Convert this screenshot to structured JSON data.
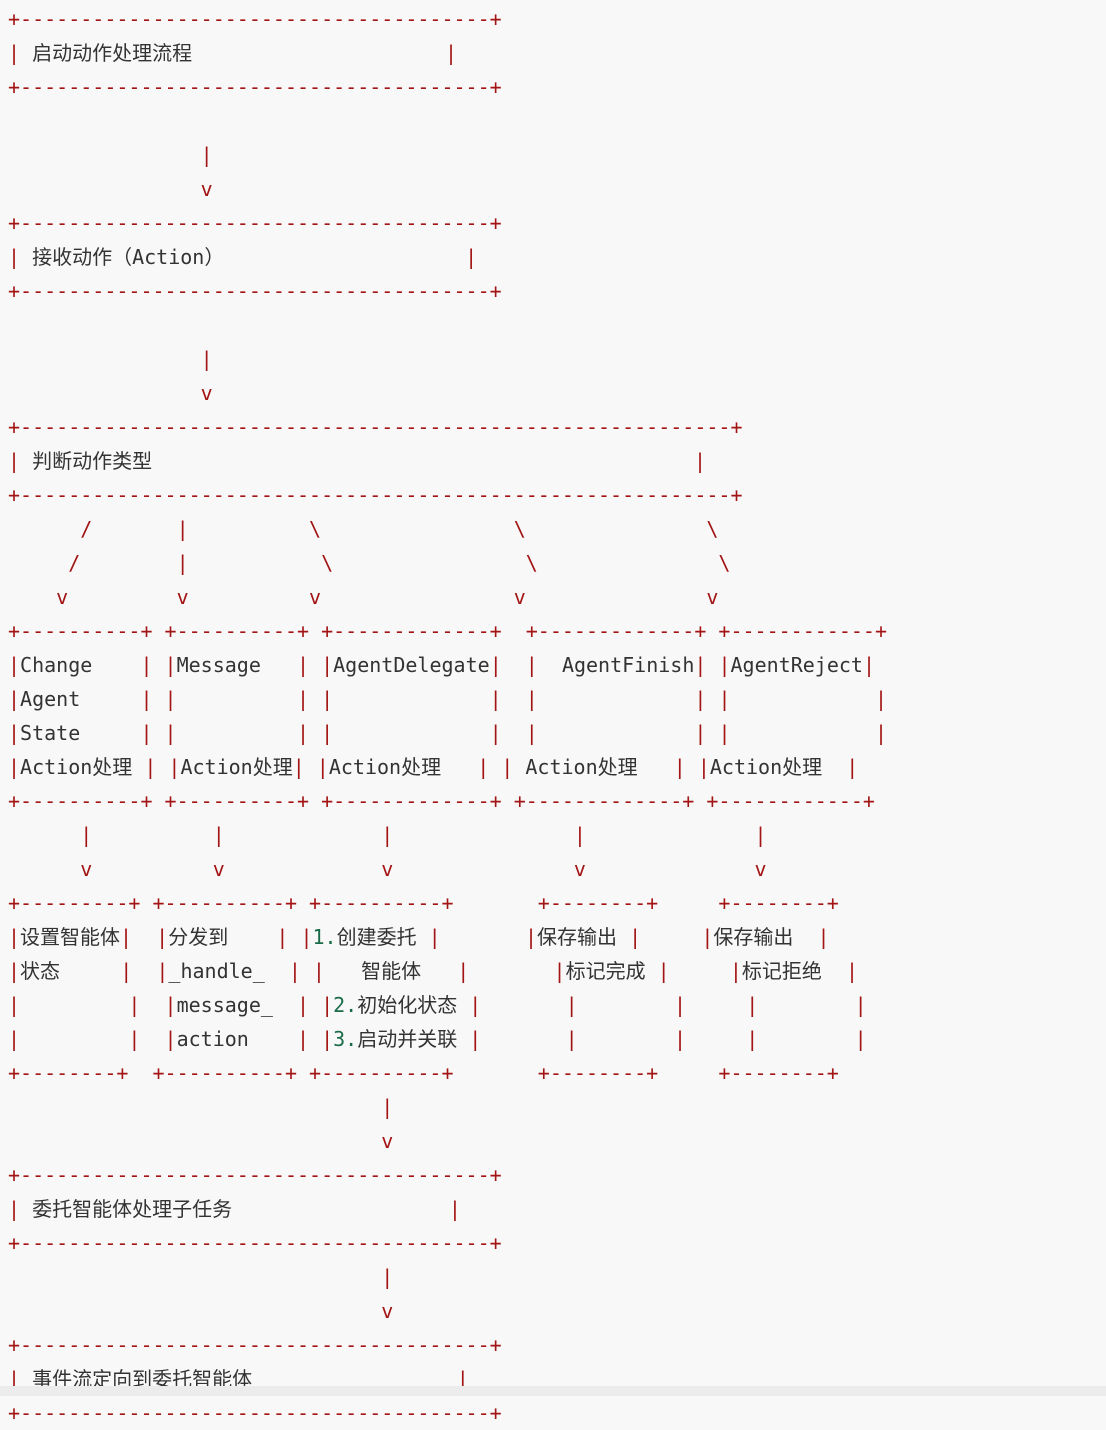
{
  "diagram": {
    "lines": [
      [
        {
          "t": "+---------------------------------------+",
          "c": "b"
        }
      ],
      [
        {
          "t": "| ",
          "c": "b"
        },
        {
          "t": "启动动作处理流程",
          "c": "t"
        },
        {
          "t": "                     |",
          "c": "b"
        }
      ],
      [
        {
          "t": "+---------------------------------------+",
          "c": "b"
        }
      ],
      [
        {
          "t": "",
          "c": "t"
        }
      ],
      [
        {
          "t": "                |",
          "c": "b"
        }
      ],
      [
        {
          "t": "                v",
          "c": "b"
        }
      ],
      [
        {
          "t": "+---------------------------------------+",
          "c": "b"
        }
      ],
      [
        {
          "t": "| ",
          "c": "b"
        },
        {
          "t": "接收动作（Action）",
          "c": "t"
        },
        {
          "t": "                    |",
          "c": "b"
        }
      ],
      [
        {
          "t": "+---------------------------------------+",
          "c": "b"
        }
      ],
      [
        {
          "t": "",
          "c": "t"
        }
      ],
      [
        {
          "t": "                |",
          "c": "b"
        }
      ],
      [
        {
          "t": "                v",
          "c": "b"
        }
      ],
      [
        {
          "t": "+-----------------------------------------------------------+",
          "c": "b"
        }
      ],
      [
        {
          "t": "| ",
          "c": "b"
        },
        {
          "t": "判断动作类型",
          "c": "t"
        },
        {
          "t": "                                             |",
          "c": "b"
        }
      ],
      [
        {
          "t": "+-----------------------------------------------------------+",
          "c": "b"
        }
      ],
      [
        {
          "t": "      /       |          \\                \\               \\",
          "c": "b"
        }
      ],
      [
        {
          "t": "     /        |           \\                \\               \\",
          "c": "b"
        }
      ],
      [
        {
          "t": "    v         v          v                v               v",
          "c": "b"
        }
      ],
      [
        {
          "t": "+----------+ +----------+ +-------------+  +-------------+ +------------+",
          "c": "b"
        }
      ],
      [
        {
          "t": "|",
          "c": "b"
        },
        {
          "t": "Change",
          "c": "t"
        },
        {
          "t": "    | |",
          "c": "b"
        },
        {
          "t": "Message",
          "c": "t"
        },
        {
          "t": "   | |",
          "c": "b"
        },
        {
          "t": "AgentDelegate",
          "c": "t"
        },
        {
          "t": "|  |  ",
          "c": "b"
        },
        {
          "t": "AgentFinish",
          "c": "t"
        },
        {
          "t": "| |",
          "c": "b"
        },
        {
          "t": "AgentReject",
          "c": "t"
        },
        {
          "t": "|",
          "c": "b"
        }
      ],
      [
        {
          "t": "|",
          "c": "b"
        },
        {
          "t": "Agent",
          "c": "t"
        },
        {
          "t": "     | |          | |             |  |             | |            |",
          "c": "b"
        }
      ],
      [
        {
          "t": "|",
          "c": "b"
        },
        {
          "t": "State",
          "c": "t"
        },
        {
          "t": "     | |          | |             |  |             | |            |",
          "c": "b"
        }
      ],
      [
        {
          "t": "|",
          "c": "b"
        },
        {
          "t": "Action处理",
          "c": "t"
        },
        {
          "t": " | |",
          "c": "b"
        },
        {
          "t": "Action处理",
          "c": "t"
        },
        {
          "t": "| |",
          "c": "b"
        },
        {
          "t": "Action处理",
          "c": "t"
        },
        {
          "t": "   | | ",
          "c": "b"
        },
        {
          "t": "Action处理",
          "c": "t"
        },
        {
          "t": "   | |",
          "c": "b"
        },
        {
          "t": "Action处理",
          "c": "t"
        },
        {
          "t": "  |",
          "c": "b"
        }
      ],
      [
        {
          "t": "+----------+ +----------+ +-------------+ +-------------+ +------------+",
          "c": "b"
        }
      ],
      [
        {
          "t": "      |          |             |               |              |",
          "c": "b"
        }
      ],
      [
        {
          "t": "      v          v             v               v              v",
          "c": "b"
        }
      ],
      [
        {
          "t": "+---------+ +----------+ +----------+       +--------+     +--------+",
          "c": "b"
        }
      ],
      [
        {
          "t": "|",
          "c": "b"
        },
        {
          "t": "设置智能体",
          "c": "t"
        },
        {
          "t": "|  |",
          "c": "b"
        },
        {
          "t": "分发到",
          "c": "t"
        },
        {
          "t": "    | |",
          "c": "b"
        },
        {
          "t": "1.",
          "c": "n"
        },
        {
          "t": "创建委托",
          "c": "t"
        },
        {
          "t": " |       |",
          "c": "b"
        },
        {
          "t": "保存输出",
          "c": "t"
        },
        {
          "t": " |     |",
          "c": "b"
        },
        {
          "t": "保存输出",
          "c": "t"
        },
        {
          "t": "  |",
          "c": "b"
        }
      ],
      [
        {
          "t": "|",
          "c": "b"
        },
        {
          "t": "状态",
          "c": "t"
        },
        {
          "t": "     |  |",
          "c": "b"
        },
        {
          "t": "_handle_",
          "c": "t"
        },
        {
          "t": "  | |   ",
          "c": "b"
        },
        {
          "t": "智能体",
          "c": "t"
        },
        {
          "t": "   |       |",
          "c": "b"
        },
        {
          "t": "标记完成",
          "c": "t"
        },
        {
          "t": " |     |",
          "c": "b"
        },
        {
          "t": "标记拒绝",
          "c": "t"
        },
        {
          "t": "  |",
          "c": "b"
        }
      ],
      [
        {
          "t": "|         |  |",
          "c": "b"
        },
        {
          "t": "message_",
          "c": "t"
        },
        {
          "t": "  | |",
          "c": "b"
        },
        {
          "t": "2.",
          "c": "n"
        },
        {
          "t": "初始化状态",
          "c": "t"
        },
        {
          "t": " |       |        |     |        |",
          "c": "b"
        }
      ],
      [
        {
          "t": "|         |  |",
          "c": "b"
        },
        {
          "t": "action",
          "c": "t"
        },
        {
          "t": "    | |",
          "c": "b"
        },
        {
          "t": "3.",
          "c": "n"
        },
        {
          "t": "启动并关联",
          "c": "t"
        },
        {
          "t": " |       |        |     |        |",
          "c": "b"
        }
      ],
      [
        {
          "t": "+--------+  +----------+ +----------+       +--------+     +--------+",
          "c": "b"
        }
      ],
      [
        {
          "t": "                               |",
          "c": "b"
        }
      ],
      [
        {
          "t": "                               v",
          "c": "b"
        }
      ],
      [
        {
          "t": "+---------------------------------------+",
          "c": "b"
        }
      ],
      [
        {
          "t": "| ",
          "c": "b"
        },
        {
          "t": "委托智能体处理子任务",
          "c": "t"
        },
        {
          "t": "                  |",
          "c": "b"
        }
      ],
      [
        {
          "t": "+---------------------------------------+",
          "c": "b"
        }
      ],
      [
        {
          "t": "                               |",
          "c": "b"
        }
      ],
      [
        {
          "t": "                               v",
          "c": "b"
        }
      ],
      [
        {
          "t": "+---------------------------------------+",
          "c": "b"
        }
      ],
      [
        {
          "t": "| ",
          "c": "b"
        },
        {
          "t": "事件流定向到委托智能体",
          "c": "t"
        },
        {
          "t": "                 |",
          "c": "b"
        }
      ],
      [
        {
          "t": "+---------------------------------------+",
          "c": "b"
        }
      ]
    ]
  }
}
